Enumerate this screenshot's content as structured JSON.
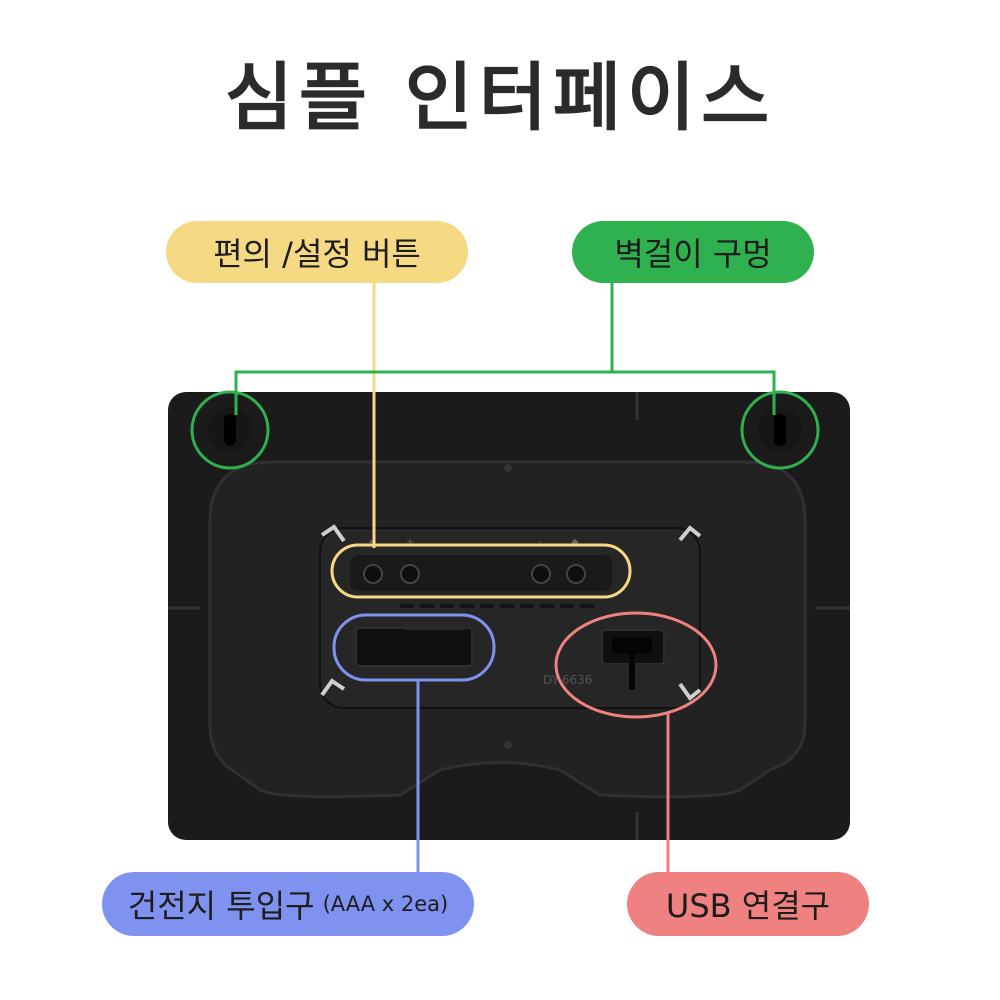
{
  "title": "심플 인터페이스",
  "callouts": {
    "buttons": {
      "label": "편의 /설정 버튼",
      "color": "#f5d983"
    },
    "holes": {
      "label": "벽걸이 구멍",
      "color": "#2fb14f"
    },
    "battery": {
      "label": "건전지 투입구",
      "sub": "(AAA x 2ea)",
      "color": "#7f92f0"
    },
    "usb": {
      "label": "USB 연결구",
      "color": "#f08181"
    }
  },
  "device": {
    "color": "#1b1b1b",
    "model_text": "DY-6636"
  }
}
